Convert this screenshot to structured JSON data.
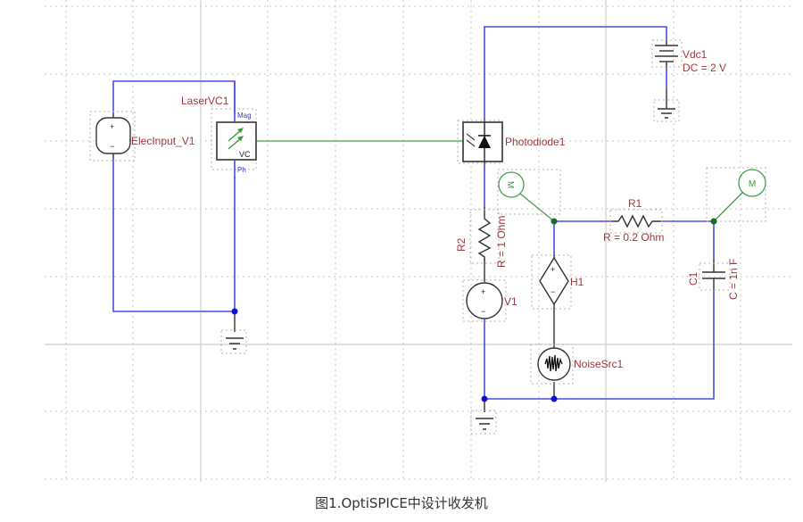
{
  "caption": "图1.OptiSPICE中设计收发机",
  "colors": {
    "wire_electrical": "#4c4ce0",
    "wire_optical": "#46a046",
    "label": "#a0383c",
    "pin_label": "#3a3ad8",
    "junction": "#1010d0"
  },
  "components": {
    "elec_input": {
      "name": "ElecInput_V1",
      "plus": "+",
      "minus": "−"
    },
    "laser": {
      "name": "LaserVC1",
      "pin_mag": "Mag",
      "pin_ph": "Ph",
      "mode": "VC"
    },
    "photodiode": {
      "name": "Photodiode1"
    },
    "vdc": {
      "name": "Vdc1",
      "value": "DC = 2 V"
    },
    "r2": {
      "name": "R2",
      "value": "R = 1 Ohm"
    },
    "v1": {
      "name": "V1",
      "plus": "+",
      "minus": "−"
    },
    "r1": {
      "name": "R1",
      "value": "R = 0.2 Ohm"
    },
    "h1": {
      "name": "H1",
      "plus": "+",
      "minus": "−"
    },
    "c1": {
      "name": "C1",
      "value": "C = 1n F"
    },
    "noise": {
      "name": "NoiseSrc1"
    },
    "meter_left": {
      "label": "M"
    },
    "meter_right": {
      "label": "M"
    }
  }
}
